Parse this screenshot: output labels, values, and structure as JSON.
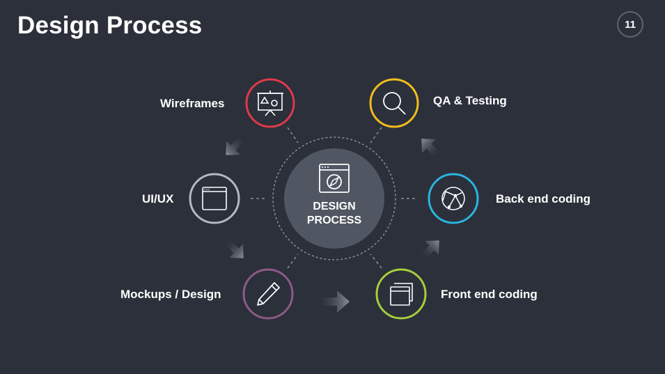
{
  "title": "Design Process",
  "page_number": "11",
  "center": {
    "line1": "DESIGN",
    "line2": "PROCESS",
    "icon": "browser-compass-icon"
  },
  "nodes": [
    {
      "label": "Wireframes",
      "icon": "presentation-board-icon",
      "color": "#e0394a"
    },
    {
      "label": "QA & Testing",
      "icon": "magnifier-icon",
      "color": "#f2bd1c"
    },
    {
      "label": "UI/UX",
      "icon": "browser-window-icon",
      "color": "#b5b9c1"
    },
    {
      "label": "Back end coding",
      "icon": "globe-network-icon",
      "color": "#2bb5e0"
    },
    {
      "label": "Mockups / Design",
      "icon": "pencil-icon",
      "color": "#8e5a86"
    },
    {
      "label": "Front end coding",
      "icon": "stacked-windows-icon",
      "color": "#a7cf3a"
    }
  ]
}
